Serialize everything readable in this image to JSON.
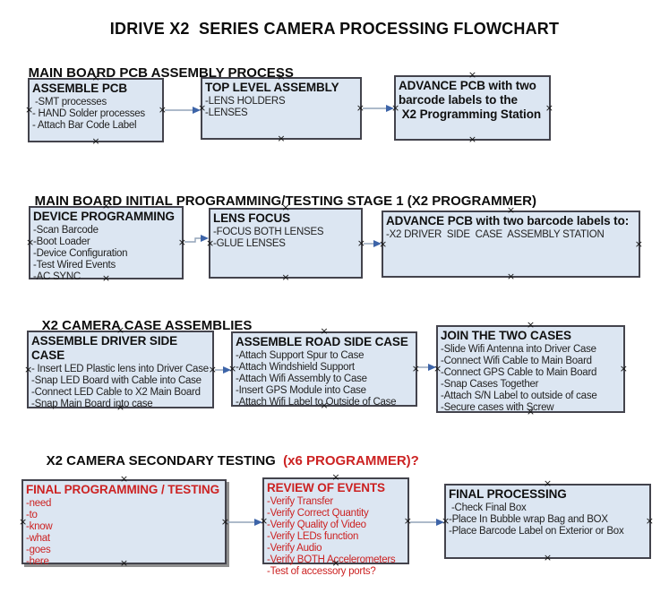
{
  "title": "IDRIVE X2  SERIES CAMERA PROCESSING FLOWCHART",
  "anchor_glyph": "×",
  "colors": {
    "box_fill": "#dce6f2",
    "box_border": "#43434c",
    "accent_red": "#cc2222",
    "arrow_line": "#92a3b9",
    "arrow_head": "#3d64a8"
  },
  "sections": [
    {
      "heading": "MAIN BOARD PCB ASSEMBLY PROCESS",
      "boxes": [
        {
          "title": "ASSEMBLE PCB",
          "items": [
            " -SMT processes",
            "- HAND Solder processes",
            "- Attach Bar Code Label"
          ]
        },
        {
          "title": "TOP LEVEL ASSEMBLY",
          "items": [
            "-LENS HOLDERS",
            "-LENSES"
          ]
        },
        {
          "title": "ADVANCE PCB with two\nbarcode labels to the\n X2 Programming Station",
          "items": []
        }
      ]
    },
    {
      "heading": "MAIN BOARD INITIAL PROGRAMMING/TESTING STAGE 1 (X2 PROGRAMMER)",
      "boxes": [
        {
          "title": "DEVICE PROGRAMMING",
          "items": [
            "-Scan Barcode",
            "-Boot Loader",
            "-Device Configuration",
            "-Test Wired Events",
            "-AC SYNC"
          ]
        },
        {
          "title": "LENS FOCUS",
          "items": [
            "-FOCUS BOTH LENSES",
            "-GLUE LENSES"
          ]
        },
        {
          "title": "ADVANCE PCB with two barcode labels to:",
          "items": [
            "-X2 DRIVER  SIDE  CASE  ASSEMBLY STATION"
          ]
        }
      ]
    },
    {
      "heading": "X2 CAMERA CASE ASSEMBLIES",
      "boxes": [
        {
          "title": "ASSEMBLE DRIVER SIDE CASE",
          "items": [
            "- Insert LED Plastic lens into Driver Case",
            "-Snap LED Board with Cable into Case",
            "-Connect LED Cable to X2 Main Board",
            "-Snap Main Board into case"
          ]
        },
        {
          "title": "ASSEMBLE ROAD SIDE CASE",
          "items": [
            "-Attach Support Spur to Case",
            "-Attach Windshield Support",
            "-Attach Wifi Assembly to Case",
            "-Insert GPS Module into Case",
            "-Attach Wifi Label to Outside of Case"
          ]
        },
        {
          "title": "JOIN THE TWO CASES",
          "items": [
            "-Slide Wifi Antenna into Driver Case",
            "-Connect Wifi Cable to Main Board",
            "-Connect GPS Cable to Main Board",
            "-Snap Cases Together",
            "-Attach S/N Label to outside of case",
            "-Secure cases with Screw"
          ]
        }
      ]
    },
    {
      "heading": "X2 CAMERA SECONDARY TESTING ",
      "heading_accent": " (x6 PROGRAMMER)?",
      "boxes": [
        {
          "title": "FINAL PROGRAMMING / TESTING",
          "items": [
            "-need",
            "-to",
            "-know",
            "-what",
            "-goes",
            "-here"
          ]
        },
        {
          "title": "REVIEW OF EVENTS",
          "items": [
            "-Verify Transfer",
            "-Verify Correct Quantity",
            "-Verify Quality of Video",
            "-Verify LEDs function",
            "-Verify Audio",
            "-Verify BOTH Accelerometers",
            "-Test of accessory ports?"
          ]
        },
        {
          "title": "FINAL PROCESSING",
          "items": [
            " -Check Final Box",
            "-Place In Bubble wrap Bag and BOX",
            "-Place Barcode Label on Exterior or Box"
          ]
        }
      ]
    }
  ]
}
